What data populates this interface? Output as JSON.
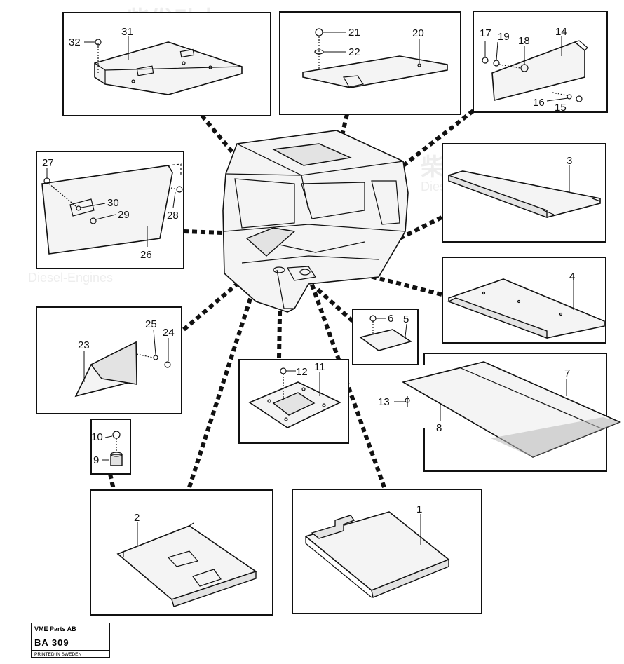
{
  "watermark": {
    "brand": "柴发动力",
    "sub": "Diesel-Engines"
  },
  "callouts": {
    "c1": "1",
    "c2": "2",
    "c3": "3",
    "c4": "4",
    "c5": "5",
    "c6": "6",
    "c7": "7",
    "c8": "8",
    "c9": "9",
    "c10": "10",
    "c11": "11",
    "c12": "12",
    "c13": "13",
    "c14": "14",
    "c15": "15",
    "c16": "16",
    "c17": "17",
    "c18": "18",
    "c19": "19",
    "c20": "20",
    "c21": "21",
    "c22": "22",
    "c23": "23",
    "c24": "24",
    "c25": "25",
    "c26": "26",
    "c27": "27",
    "c28": "28",
    "c29": "29",
    "c30": "30",
    "c31": "31",
    "c32": "32"
  },
  "footer": {
    "company": "VME Parts AB",
    "doc_number": "BA 309",
    "printed": "PRINTED IN SWEDEN"
  }
}
